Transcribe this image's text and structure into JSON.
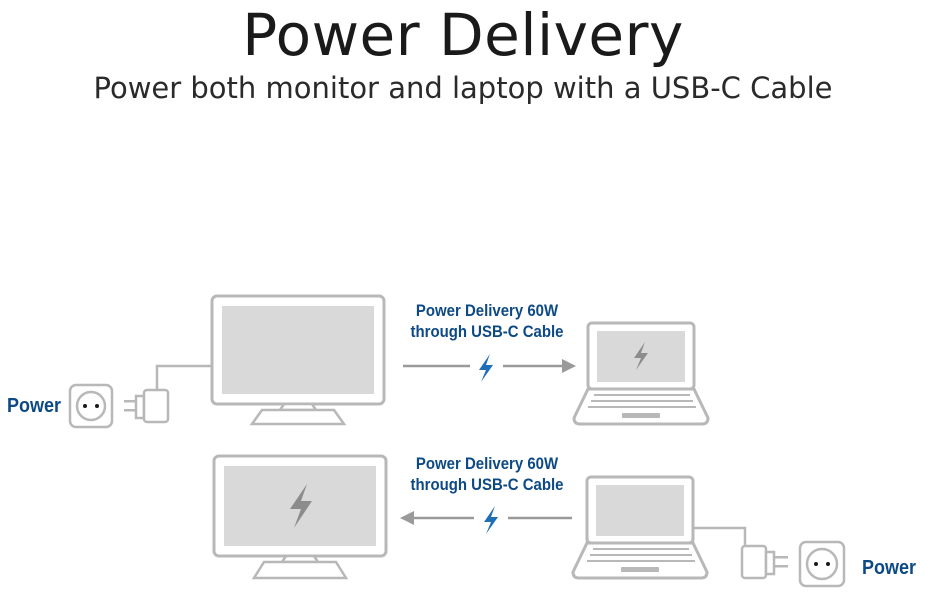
{
  "header": {
    "title": "Power Delivery",
    "subtitle": "Power both monitor and laptop with a USB-C Cable"
  },
  "top_scenario": {
    "pd_line1": "Power Delivery 60W",
    "pd_line2": "through USB-C Cable",
    "power_label": "Power",
    "direction": "monitor-to-laptop"
  },
  "bottom_scenario": {
    "pd_line1": "Power Delivery 60W",
    "pd_line2": "through USB-C Cable",
    "power_label": "Power",
    "direction": "laptop-to-monitor"
  },
  "colors": {
    "label_blue": "#0d4a85",
    "bolt_blue": "#1e6fb8",
    "device_gray": "#b8b8b8",
    "screen_gray": "#d9d9d9",
    "bolt_gray": "#8c8c8c"
  },
  "icons": [
    "monitor-icon",
    "laptop-icon",
    "wall-socket-icon",
    "power-adapter-icon",
    "lightning-bolt-icon",
    "arrow-icon"
  ]
}
